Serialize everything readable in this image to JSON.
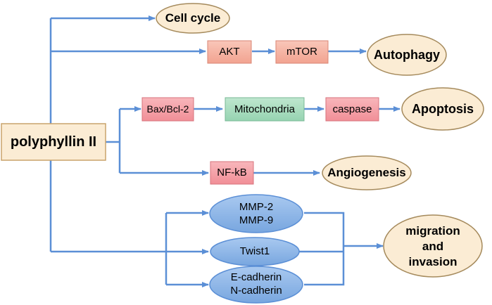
{
  "diagram": {
    "source": "polyphyllin II",
    "nodes": {
      "cell_cycle": "Cell cycle",
      "akt": "AKT",
      "mtor": "mTOR",
      "autophagy": "Autophagy",
      "bax_bcl2": "Bax/Bcl-2",
      "mitochondria": "Mitochondria",
      "caspase": "caspase",
      "apoptosis": "Apoptosis",
      "nfkb": "NF-kB",
      "angiogenesis": "Angiogenesis",
      "mmp2": "MMP-2",
      "mmp9": "MMP-9",
      "twist1": "Twist1",
      "ecadherin": "E-cadherin",
      "ncadherin": "N-cadherin",
      "migration_1": "migration",
      "migration_2": "and",
      "migration_3": "invasion"
    },
    "colors": {
      "arrow": "#5b8fd6",
      "source_fill": "#fbecd4",
      "outcome_fill": "#fbecd4",
      "outcome_stroke": "#a58a5c",
      "pink_box": "#f6b3a4",
      "red_box": "#f5a1a8",
      "green_box": "#a9ddc1",
      "blue_oval": "#8db7e8"
    }
  }
}
